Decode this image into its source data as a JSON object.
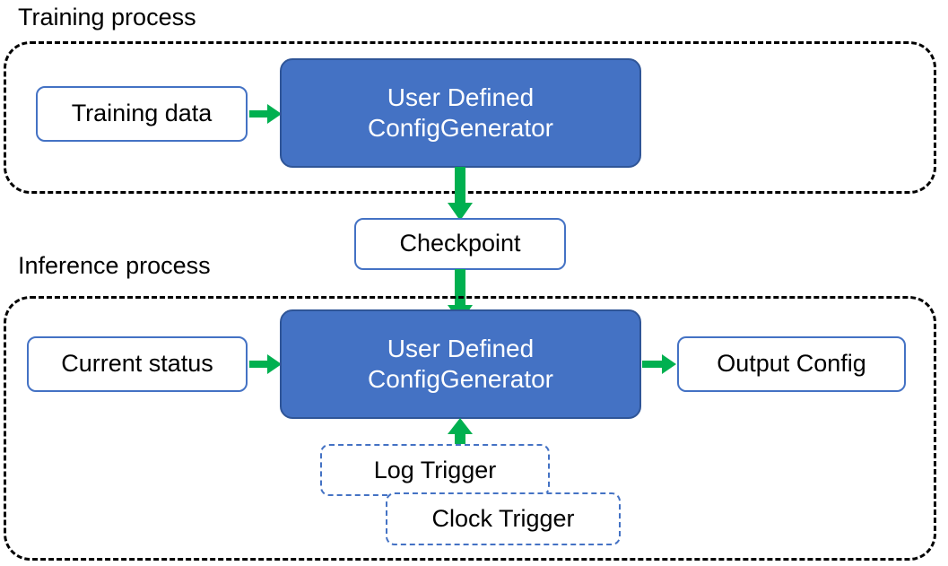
{
  "diagram": {
    "title_training": "Training process",
    "title_inference": "Inference process",
    "colors": {
      "process_fill": "#4472C4",
      "process_border": "#2F5597",
      "io_border": "#4472C4",
      "arrow": "#00B050",
      "container_border": "#000000",
      "text_dark": "#000000",
      "text_light": "#FFFFFF",
      "background": "#FFFFFF"
    }
  },
  "training": {
    "label": "Training process",
    "input_box": "Training data",
    "process_box": {
      "line1": "User Defined",
      "line2": "ConfigGenerator"
    }
  },
  "checkpoint": {
    "label": "Checkpoint"
  },
  "inference": {
    "label": "Inference process",
    "input_box": "Current status",
    "process_box": {
      "line1": "User Defined",
      "line2": "ConfigGenerator"
    },
    "output_box": "Output Config",
    "triggers": [
      {
        "label": "Log Trigger"
      },
      {
        "label": "Clock Trigger"
      }
    ]
  },
  "arrows": [
    {
      "name": "training-data-to-generator",
      "direction": "right"
    },
    {
      "name": "training-generator-to-checkpoint",
      "direction": "down"
    },
    {
      "name": "checkpoint-to-inference-generator",
      "direction": "down"
    },
    {
      "name": "current-status-to-generator",
      "direction": "right"
    },
    {
      "name": "generator-to-output-config",
      "direction": "right"
    },
    {
      "name": "log-trigger-to-generator",
      "direction": "up"
    }
  ]
}
